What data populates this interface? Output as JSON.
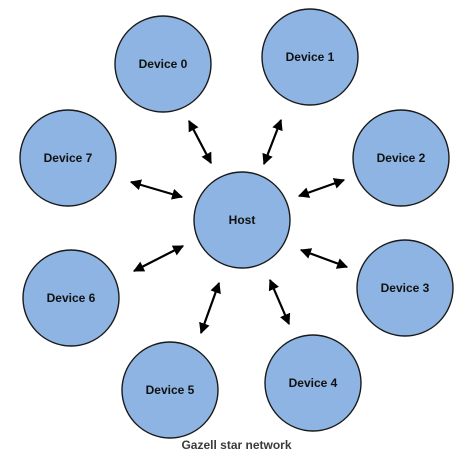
{
  "diagram": {
    "caption": "Gazell star network",
    "colors": {
      "node_fill": "#8db4e2",
      "node_stroke": "#1a1a1a",
      "arrow": "#000000"
    },
    "host": {
      "label": "Host"
    },
    "devices": [
      {
        "label": "Device 0"
      },
      {
        "label": "Device 1"
      },
      {
        "label": "Device 2"
      },
      {
        "label": "Device 3"
      },
      {
        "label": "Device 4"
      },
      {
        "label": "Device 5"
      },
      {
        "label": "Device 6"
      },
      {
        "label": "Device 7"
      }
    ],
    "links": [
      {
        "from": "Host",
        "to": "Device 0",
        "direction": "bidirectional"
      },
      {
        "from": "Host",
        "to": "Device 1",
        "direction": "bidirectional"
      },
      {
        "from": "Host",
        "to": "Device 2",
        "direction": "bidirectional"
      },
      {
        "from": "Host",
        "to": "Device 3",
        "direction": "bidirectional"
      },
      {
        "from": "Host",
        "to": "Device 4",
        "direction": "bidirectional"
      },
      {
        "from": "Host",
        "to": "Device 5",
        "direction": "bidirectional"
      },
      {
        "from": "Host",
        "to": "Device 6",
        "direction": "bidirectional"
      },
      {
        "from": "Host",
        "to": "Device 7",
        "direction": "bidirectional"
      }
    ]
  }
}
